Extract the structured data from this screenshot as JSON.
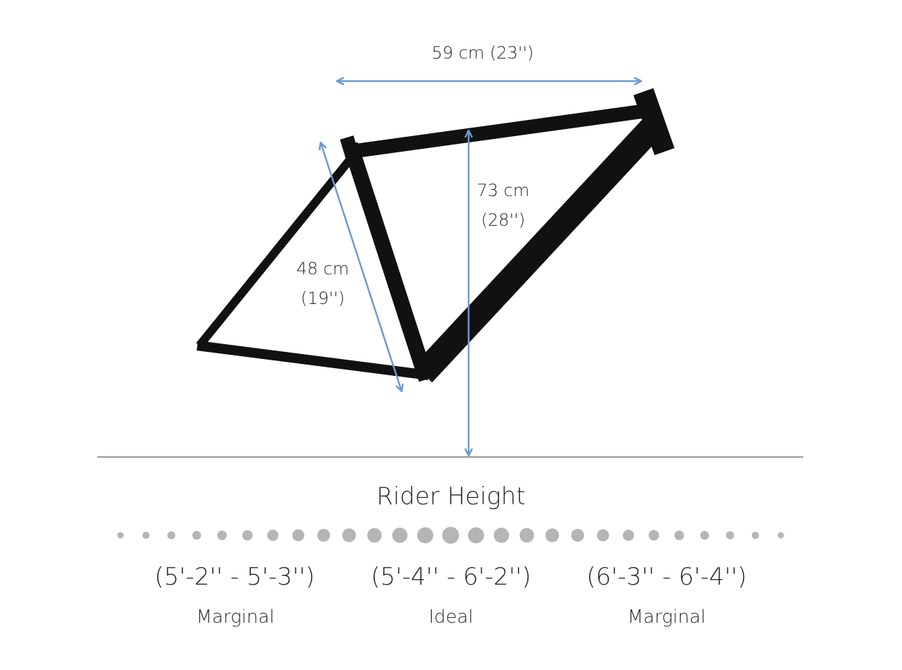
{
  "colors": {
    "frame": "#111111",
    "dimension_arrow": "#6b9bd1",
    "ground_line": "#999999",
    "height_dots": "#b5b5b5"
  },
  "dimensions": {
    "top_tube": "59 cm (23'')",
    "standover_cm": "73 cm",
    "standover_in": "(28'')",
    "seat_tube_cm": "48 cm",
    "seat_tube_in": "(19'')"
  },
  "rider_height": {
    "title": "Rider Height",
    "ranges": [
      {
        "range": "(5'-2'' - 5'-3'')",
        "fit": "Marginal"
      },
      {
        "range": "(5'-4'' - 6'-2'')",
        "fit": "Ideal"
      },
      {
        "range": "(6'-3'' - 6'-4'')",
        "fit": "Marginal"
      }
    ]
  }
}
